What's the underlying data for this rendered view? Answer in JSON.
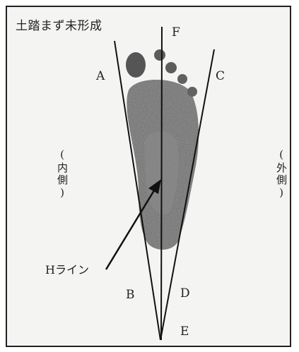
{
  "title": "土踏まず未形成",
  "labels": {
    "A": "A",
    "B": "B",
    "C": "C",
    "D": "D",
    "E": "E",
    "F": "F",
    "h_line": "Hライン"
  },
  "side_labels": {
    "inner": "(内側)",
    "outer": "(外側)"
  },
  "colors": {
    "footprint": "#5a5a5a",
    "lines": "#111111",
    "background": "#f4f4f2"
  }
}
